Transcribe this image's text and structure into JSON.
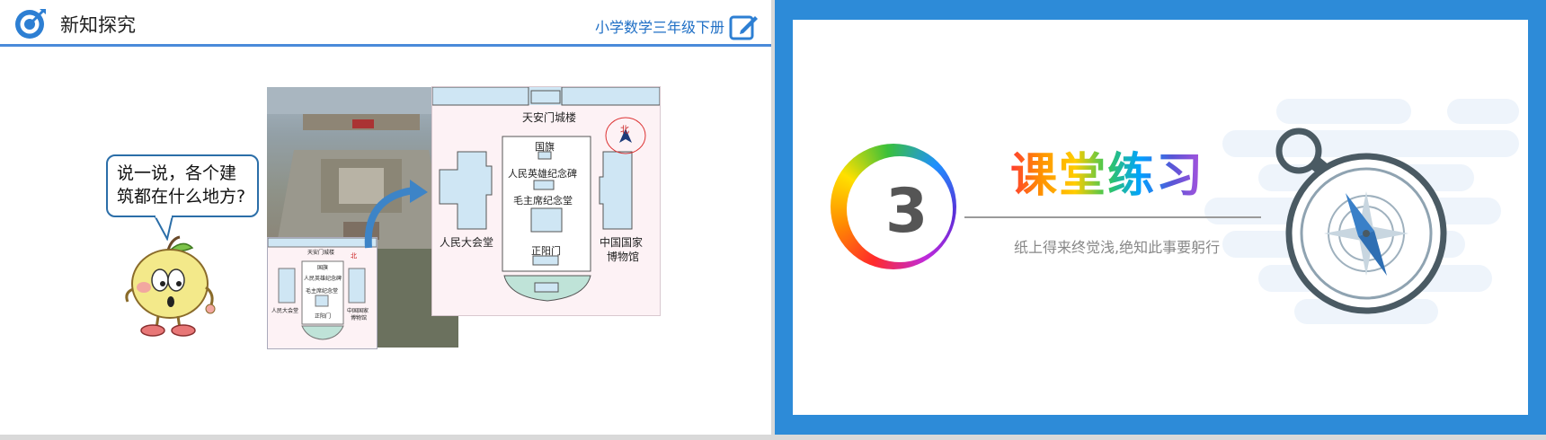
{
  "left_slide": {
    "header": {
      "title": "新知探究",
      "subtitle": "小学数学三年级下册",
      "target_icon": "target-icon",
      "edit_icon": "edit-icon"
    },
    "speech_bubble": {
      "line1": "说一说，各个建",
      "line2": "筑都在什么地方?"
    },
    "map": {
      "tiananmen": "天安门城楼",
      "flag": "国旗",
      "monument": "人民英雄纪念碑",
      "memorial_hall": "毛主席纪念堂",
      "zhengyangmen": "正阳门",
      "great_hall": "人民大会堂",
      "museum_line1": "中国国家",
      "museum_line2": "博物馆",
      "north": "北"
    },
    "small_map": {
      "tiananmen": "天安门城楼",
      "flag": "国旗",
      "monument": "人民英雄纪念碑",
      "memorial_hall": "毛主席纪念堂",
      "zhengyangmen": "正阳门",
      "great_hall": "人民大会堂",
      "museum_line1": "中国国家",
      "museum_line2": "博物馆",
      "north": "北"
    },
    "colors": {
      "accent": "#4a8ad9",
      "map_block": "#cfe6f4",
      "map_bg": "#fdf2f5"
    }
  },
  "right_slide": {
    "number": "3",
    "title": "课堂练习",
    "motto": "纸上得来终觉浅,绝知此事要躬行",
    "compass_icon": "compass-icon",
    "colors": {
      "frame": "#2d8bd8"
    }
  }
}
